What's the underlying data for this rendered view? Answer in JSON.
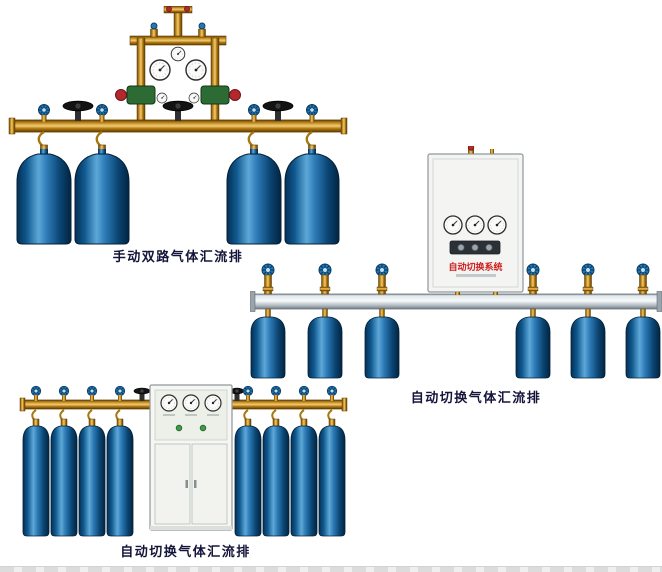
{
  "figures": {
    "manual": {
      "caption": "手动双路气体汇流排",
      "cylinders": 4
    },
    "auto_rail": {
      "caption": "自动切换气体汇流排",
      "cabinet_label": "自动切换系统",
      "cylinders": 6
    },
    "auto_cabinet": {
      "caption": "自动切换气体汇流排",
      "cylinders": 8
    }
  },
  "colors": {
    "brass": "#c79a2e",
    "cylinder_blue": "#1565a8",
    "rail_silver": "#cdd5da",
    "caption_text": "#15153b",
    "cabinet_label_red": "#cc2020"
  }
}
